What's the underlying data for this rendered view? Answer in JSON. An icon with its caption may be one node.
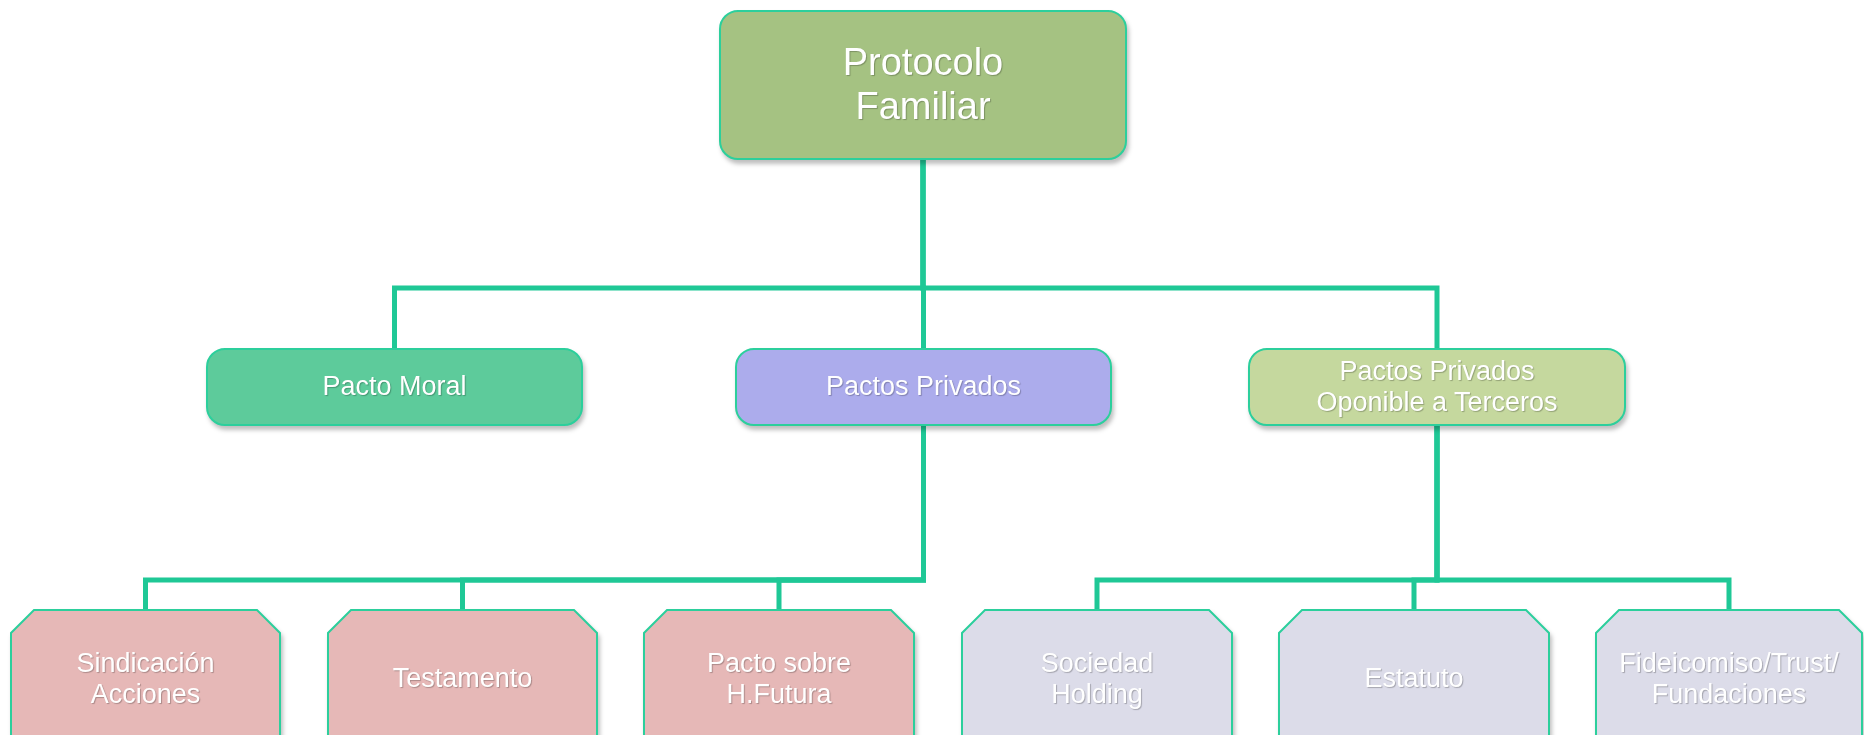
{
  "diagram": {
    "nodes": [
      {
        "text": [
          "Protocolo Familiar"
        ]
      },
      {
        "text": [
          "Pacto Moral"
        ]
      },
      {
        "text": [
          "Pactos Privados"
        ]
      },
      {
        "text": [
          "Pactos Privados Oponible a Terceros"
        ]
      },
      {
        "text": [
          "Sindicación Acciones"
        ]
      },
      {
        "text": [
          "Testamento"
        ]
      },
      {
        "text": [
          "Pacto sobre H.Futura"
        ]
      },
      {
        "text": [
          "Sociedad Holding"
        ]
      },
      {
        "text": [
          "Estatuto"
        ]
      },
      {
        "text": [
          "Fideicomiso/Trust/ Fundaciones"
        ]
      }
    ],
    "edges": [
      {
        "from": 0,
        "to": 1,
        "arrow": "none"
      },
      {
        "from": 0,
        "to": 2,
        "arrow": "none"
      },
      {
        "from": 0,
        "to": 3,
        "arrow": "none"
      },
      {
        "from": 2,
        "to": 4,
        "arrow": "none"
      },
      {
        "from": 2,
        "to": 5,
        "arrow": "none"
      },
      {
        "from": 2,
        "to": 6,
        "arrow": "none"
      },
      {
        "from": 3,
        "to": 7,
        "arrow": "none"
      },
      {
        "from": 3,
        "to": 8,
        "arrow": "none"
      },
      {
        "from": 3,
        "to": 9,
        "arrow": "none"
      }
    ]
  }
}
